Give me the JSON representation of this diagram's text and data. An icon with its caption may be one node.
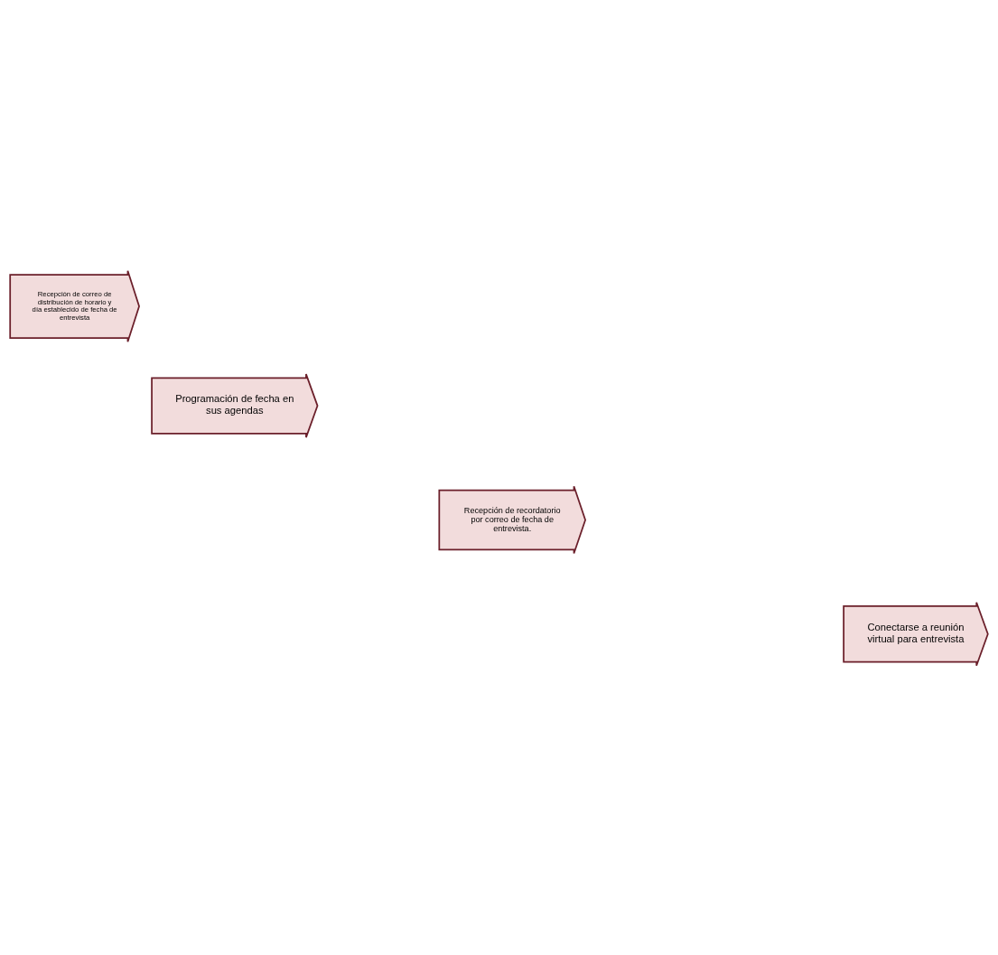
{
  "diagram": {
    "nodes": [
      {
        "text": [
          "Recepción de correo de distribución de horario y día establecido de fecha de entrevista"
        ]
      },
      {
        "text": [
          "Programación de fecha en sus agendas"
        ]
      },
      {
        "text": [
          "Recepción de recordatorio por correo de fecha de entrevista."
        ]
      },
      {
        "text": [
          "Conectarse a reunión virtual para entrevista"
        ]
      }
    ]
  }
}
